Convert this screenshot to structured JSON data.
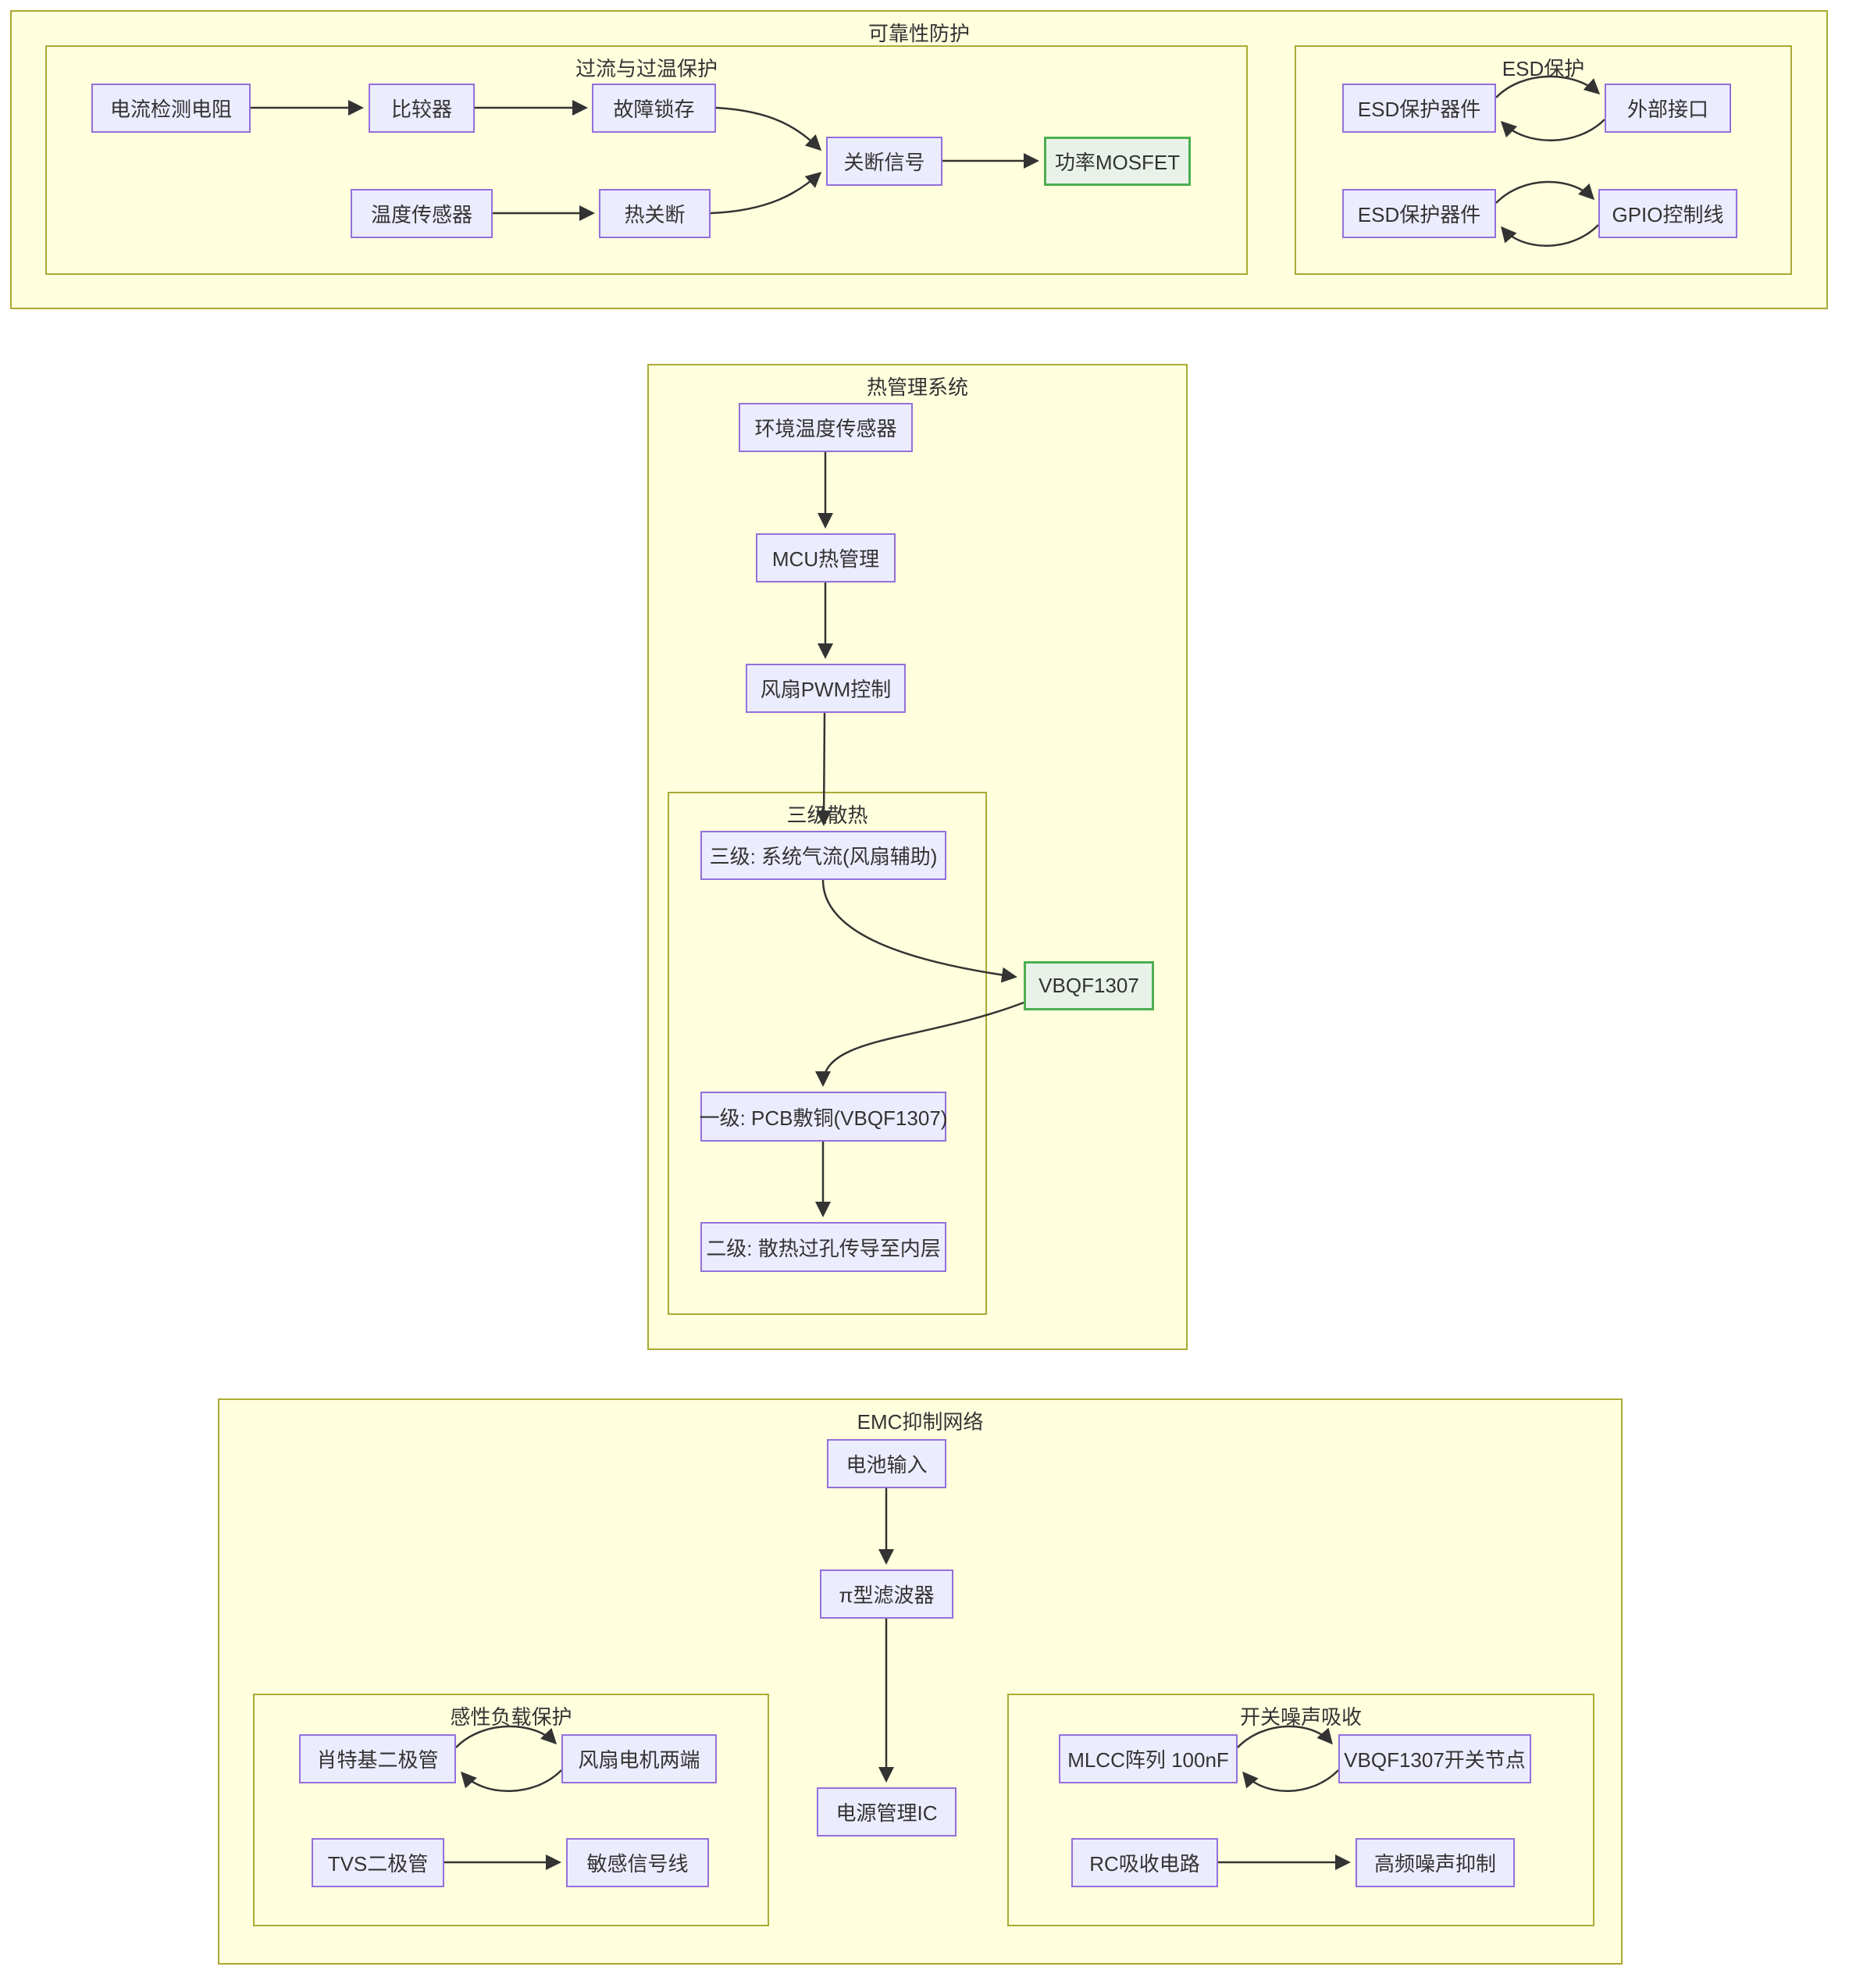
{
  "sections": {
    "reliability": {
      "title": "可靠性防护"
    },
    "ocot": {
      "title": "过流与过温保护"
    },
    "esd": {
      "title": "ESD保护"
    },
    "thermal": {
      "title": "热管理系统"
    },
    "cooling": {
      "title": "三级散热"
    },
    "emc": {
      "title": "EMC抑制网络"
    },
    "inductive": {
      "title": "感性负载保护"
    },
    "switching": {
      "title": "开关噪声吸收"
    }
  },
  "nodes": {
    "current_sense": "电流检测电阻",
    "comparator": "比较器",
    "fault_latch": "故障锁存",
    "shutdown_signal": "关断信号",
    "power_mosfet": "功率MOSFET",
    "temp_sensor": "温度传感器",
    "thermal_shutdown": "热关断",
    "esd_device_1": "ESD保护器件",
    "external_port": "外部接口",
    "esd_device_2": "ESD保护器件",
    "gpio_lines": "GPIO控制线",
    "ambient_sensor": "环境温度传感器",
    "mcu_thermal": "MCU热管理",
    "fan_pwm": "风扇PWM控制",
    "level3": "三级: 系统气流(风扇辅助)",
    "vbqf1307": "VBQF1307",
    "level1": "一级: PCB敷铜(VBQF1307)",
    "level2": "二级: 散热过孔传导至内层",
    "battery_input": "电池输入",
    "pi_filter": "π型滤波器",
    "pmic": "电源管理IC",
    "schottky": "肖特基二极管",
    "fan_motor": "风扇电机两端",
    "tvs": "TVS二极管",
    "sensitive_lines": "敏感信号线",
    "mlcc": "MLCC阵列 100nF",
    "switch_node": "VBQF1307开关节点",
    "rc_snubber": "RC吸收电路",
    "hf_suppress": "高频噪声抑制"
  },
  "colors": {
    "node_fill": "#ECECFF",
    "node_border": "#9370DB",
    "subgraph_fill": "#ffffde",
    "subgraph_border": "#aaaa33",
    "highlight_fill": "#e9f2e9",
    "highlight_border": "#4CAF50",
    "edge": "#333333"
  }
}
